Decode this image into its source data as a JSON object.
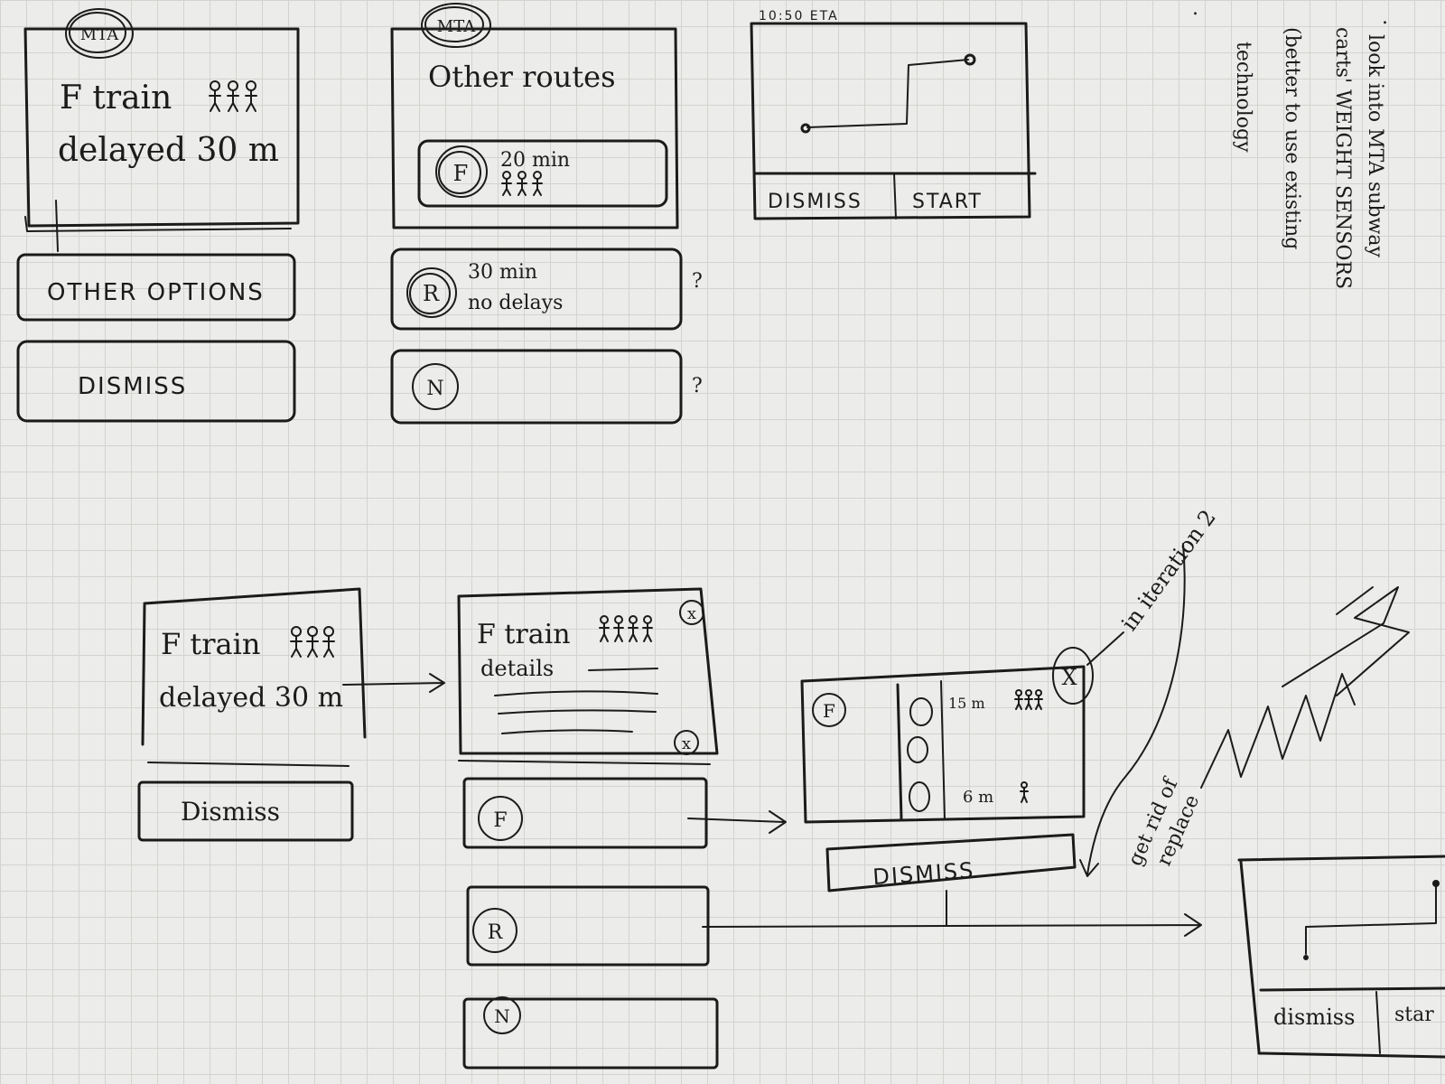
{
  "alert": {
    "logo": "MTA",
    "line1": "F train",
    "line2": "delayed 30 m",
    "other_options": "OTHER OPTIONS",
    "dismiss": "DISMISS"
  },
  "routes": {
    "logo": "MTA",
    "title": "Other routes",
    "route1": {
      "badge": "F",
      "time": "20 min"
    },
    "route2": {
      "badge": "R",
      "time": "30 min",
      "status": "no delays",
      "mark": "?"
    },
    "route3": {
      "badge": "N",
      "mark": "?"
    }
  },
  "map": {
    "eta": "10:50 ETA",
    "dismiss": "DISMISS",
    "start": "START"
  },
  "notes": {
    "bullet": ".",
    "lines": [
      "look into MTA subway",
      "carts' WEIGHT SENSORS",
      "(better to use existing",
      "technology"
    ]
  },
  "iter2_alert": {
    "line1": "F train",
    "line2": "delayed 30 m",
    "dismiss": "Dismiss"
  },
  "iter2_details": {
    "title": "F train",
    "subtitle": "details",
    "close": "x",
    "routes": [
      "F",
      "R",
      "N"
    ]
  },
  "iter2_train": {
    "badge": "F",
    "close": "X",
    "top_time": "15 m",
    "bottom_time": "6 m",
    "dismiss": "DISMISS"
  },
  "iter2_map": {
    "dismiss": "dismiss",
    "start": "star"
  },
  "annotations": {
    "iteration": "in iteration 2",
    "get_rid": "get rid of",
    "replace": "replace"
  }
}
